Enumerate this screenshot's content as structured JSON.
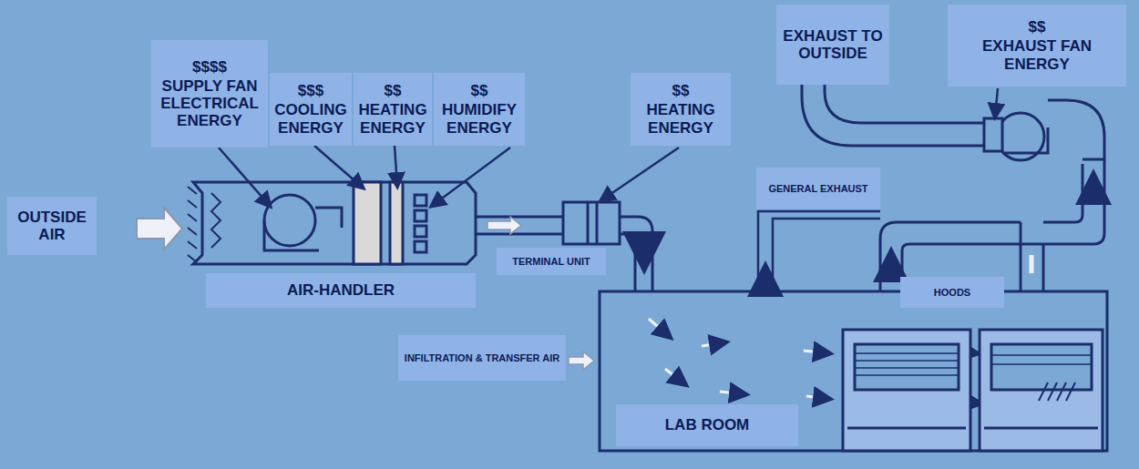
{
  "diagram": {
    "nodes": [
      {
        "text": [
          "$$$$",
          "SUPPLY FAN ELECTRICAL ENERGY"
        ]
      },
      {
        "text": [
          "$$$",
          "COOLING ENERGY"
        ]
      },
      {
        "text": [
          "$$",
          "HEATING ENERGY"
        ]
      },
      {
        "text": [
          "$$",
          "HUMIDIFY ENERGY"
        ]
      },
      {
        "text": [
          "$$",
          "HEATING ENERGY"
        ]
      },
      {
        "text": [
          "EXHAUST TO OUTSIDE"
        ]
      },
      {
        "text": [
          "$$",
          "EXHAUST FAN ENERGY"
        ]
      },
      {
        "text": [
          "OUTSIDE AIR"
        ]
      },
      {
        "text": [
          "GENERAL EXHAUST"
        ]
      },
      {
        "text": [
          "TERMINAL UNIT"
        ]
      },
      {
        "text": [
          "AIR-HANDLER"
        ]
      },
      {
        "text": [
          "HOODS"
        ]
      },
      {
        "text": [
          "INFILTRATION & TRANSFER AIR"
        ]
      },
      {
        "text": [
          "LAB ROOM"
        ]
      }
    ]
  }
}
